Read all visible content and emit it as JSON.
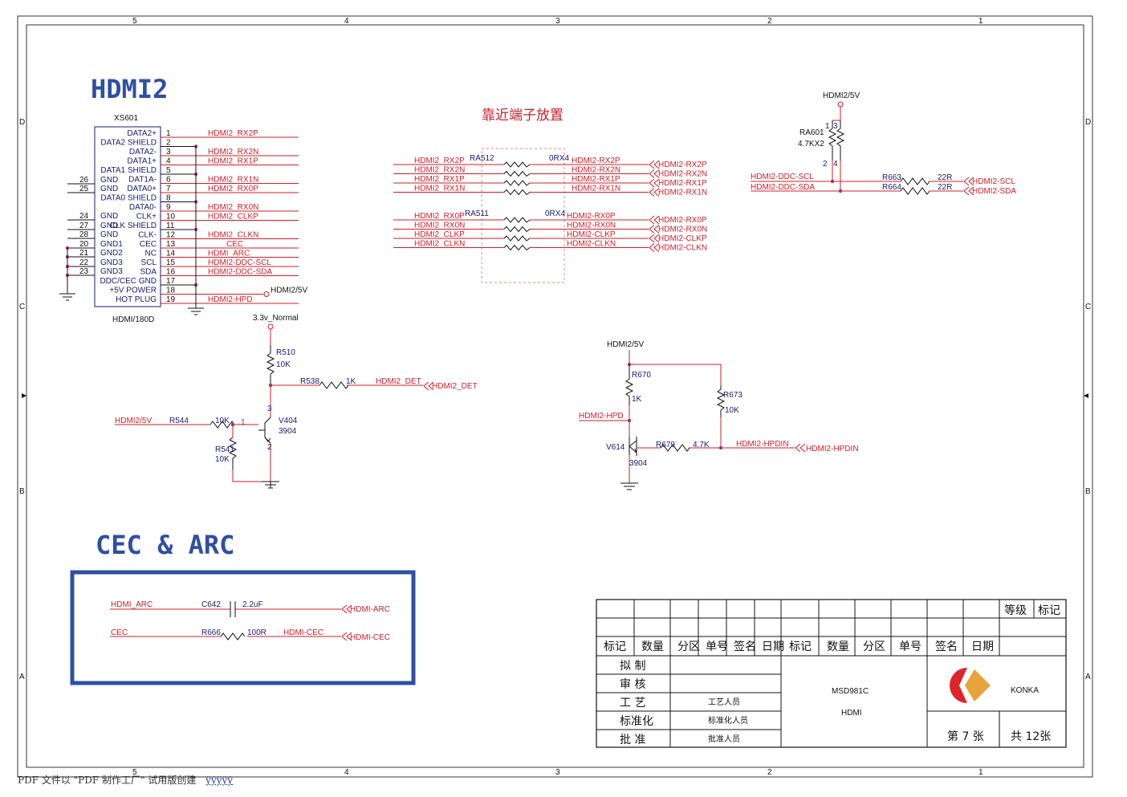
{
  "border": {
    "col_numbers": [
      "5",
      "4",
      "3",
      "2",
      "1"
    ],
    "row_letters": [
      "D",
      "C",
      "B",
      "A"
    ]
  },
  "hdmi2": {
    "title": "HDMI2",
    "connector_ref": "XS601",
    "connector_type": "HDMI/180D",
    "pins": [
      {
        "num": "1",
        "label": "DATA2+",
        "net": "HDMI2_RX2P"
      },
      {
        "num": "2",
        "label": "DATA2 SHIELD",
        "net": ""
      },
      {
        "num": "3",
        "label": "DATA2-",
        "net": "HDMI2_RX2N"
      },
      {
        "num": "4",
        "label": "DATA1+",
        "net": "HDMI2_RX1P"
      },
      {
        "num": "5",
        "label": "DATA1 SHIELD",
        "net": ""
      },
      {
        "num": "6",
        "label": "DAT1A-",
        "net": "HDMI2_RX1N"
      },
      {
        "num": "7",
        "label": "DATA0+",
        "net": "HDMI2_RX0P"
      },
      {
        "num": "8",
        "label": "DATA0 SHIELD",
        "net": ""
      },
      {
        "num": "9",
        "label": "DATA0-",
        "net": "HDMI2_RX0N"
      },
      {
        "num": "10",
        "label": "CLK+",
        "net": "HDMI2_CLKP"
      },
      {
        "num": "11",
        "label": "CLK SHIELD",
        "net": ""
      },
      {
        "num": "12",
        "label": "CLK-",
        "net": "HDMI2_CLKN"
      },
      {
        "num": "13",
        "label": "CEC",
        "net": "CEC"
      },
      {
        "num": "14",
        "label": "NC",
        "net": "HDMI_ARC"
      },
      {
        "num": "15",
        "label": "SCL",
        "net": "HDMI2-DDC-SCL"
      },
      {
        "num": "16",
        "label": "SDA",
        "net": "HDMI2-DDC-SDA"
      },
      {
        "num": "17",
        "label": "DDC/CEC GND",
        "net": ""
      },
      {
        "num": "18",
        "label": "+5V POWER",
        "net": "HDMI2/5V"
      },
      {
        "num": "19",
        "label": "HOT PLUG",
        "net": "HDMI2-HPD"
      }
    ],
    "left_pins": [
      {
        "num": "26",
        "label": "GND"
      },
      {
        "num": "25",
        "label": "GND"
      },
      {
        "num": "24",
        "label": "GND"
      },
      {
        "num": "27",
        "label": "GND"
      },
      {
        "num": "28",
        "label": "GND"
      },
      {
        "num": "20",
        "label": "GND1"
      },
      {
        "num": "21",
        "label": "GND2"
      },
      {
        "num": "22",
        "label": "GND3"
      },
      {
        "num": "23",
        "label": "GND3"
      }
    ]
  },
  "rpack": {
    "note": "靠近端子放置",
    "ra512": {
      "ref": "RA512",
      "value": "0RX4",
      "in": [
        "HDMI2_RX2P",
        "HDMI2_RX2N",
        "HDMI2_RX1P",
        "HDMI2_RX1N"
      ],
      "out": [
        "HDMI2-RX2P",
        "HDMI2-RX2N",
        "HDMI2-RX1P",
        "HDMI2-RX1N"
      ]
    },
    "ra511": {
      "ref": "RA511",
      "value": "0RX4",
      "in": [
        "HDMI2_RX0P",
        "HDMI2_RX0N",
        "HDMI2_CLKP",
        "HDMI2_CLKN"
      ],
      "out": [
        "HDMI2-RX0P",
        "HDMI2-RX0N",
        "HDMI2-CLKP",
        "HDMI2-CLKN"
      ]
    }
  },
  "ddc": {
    "power": "HDMI2/5V",
    "ra601_ref": "RA601",
    "ra601_val": "4.7KX2",
    "scl_in": "HDMI2-DDC-SCL",
    "sda_in": "HDMI2-DDC-SDA",
    "r663": "R663",
    "r664": "R664",
    "r_val": "22R",
    "scl_out": "HDMI2-SCL",
    "sda_out": "HDMI2-SDA"
  },
  "det": {
    "supply": "3.3v_Normal",
    "r510": "R510",
    "r510_val": "10K",
    "r538": "R538",
    "r538_val": "1K",
    "det_net": "HDMI2_DET",
    "in_net": "HDMI2/5V",
    "r544": "R544",
    "r544_val": "10K",
    "r541": "R541",
    "r541_val": "10K",
    "q": "V404",
    "q_type": "3904"
  },
  "hpd": {
    "supply": "HDMI2/5V",
    "r670": "R670",
    "r670_val": "1K",
    "r673": "R673",
    "r673_val": "10K",
    "in_net": "HDMI2-HPD",
    "q": "V614",
    "q_type": "3904",
    "r679": "R679",
    "r679_val": "4.7K",
    "out_net": "HDMI2-HPDIN"
  },
  "cec": {
    "title": "CEC  &  ARC",
    "arc_in": "HDMI_ARC",
    "c642": "C642",
    "c642_val": "2.2uF",
    "arc_out": "HDMI-ARC",
    "cec_in": "CEC",
    "r666": "R666",
    "r666_val": "100R",
    "cec_net": "HDMI-CEC",
    "cec_out": "HDMI-CEC"
  },
  "title_block": {
    "grade": "等级",
    "mark": "标记",
    "header": [
      "标记",
      "数量",
      "分区",
      "单号",
      "签名",
      "日期",
      "标记",
      "数量",
      "分区",
      "单号",
      "签名",
      "日期"
    ],
    "roles": [
      "拟 制",
      "审 核",
      "工 艺",
      "标准化",
      "批 准"
    ],
    "role_names": [
      "",
      "",
      "工艺人员",
      "标准化人员",
      "批准人员"
    ],
    "model": "MSD981C",
    "sheet_name": "HDMI",
    "brand": "KONKA",
    "sheet_no": "第 7 张",
    "sheet_total": "共 12张"
  },
  "footer": {
    "text": "PDF 文件以 \"PDF 制作工厂\" 试用版创建",
    "link": "ÿÿÿÿÿ"
  }
}
